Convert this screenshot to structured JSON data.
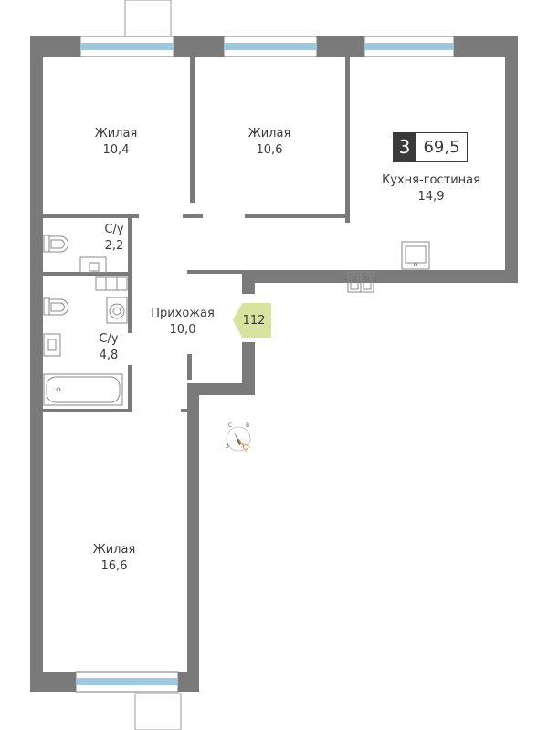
{
  "apartment": {
    "rooms_count": "3",
    "total_area": "69,5",
    "number": "112"
  },
  "rooms": [
    {
      "id": "bedroom-1",
      "name": "Жилая",
      "area": "10,4"
    },
    {
      "id": "bedroom-2",
      "name": "Жилая",
      "area": "10,6"
    },
    {
      "id": "kitchen-living",
      "name": "Кухня-гостиная",
      "area": "14,9"
    },
    {
      "id": "bathroom-1",
      "name": "С/у",
      "area": "2,2"
    },
    {
      "id": "hallway",
      "name": "Прихожая",
      "area": "10,0"
    },
    {
      "id": "bathroom-2",
      "name": "С/у",
      "area": "4,8"
    },
    {
      "id": "bedroom-3",
      "name": "Жилая",
      "area": "16,6"
    }
  ],
  "compass": {
    "north": "С",
    "east": "В",
    "west": "З"
  },
  "colors": {
    "wall": "#7a7a7a",
    "window": "#9ec7e0",
    "label_text": "#3a3a3a",
    "apartment_number_bg": "#d9e3a0"
  }
}
